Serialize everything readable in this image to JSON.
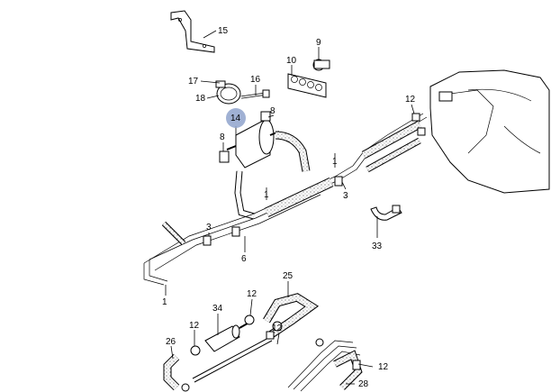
{
  "diagram": {
    "highlight_color": "#8fa3cc",
    "callouts": [
      {
        "id": "c15",
        "label": "15"
      },
      {
        "id": "c9",
        "label": "9"
      },
      {
        "id": "c10",
        "label": "10"
      },
      {
        "id": "c17",
        "label": "17"
      },
      {
        "id": "c16",
        "label": "16"
      },
      {
        "id": "c18",
        "label": "18"
      },
      {
        "id": "c14",
        "label": "14"
      },
      {
        "id": "c8a",
        "label": "8"
      },
      {
        "id": "c8b",
        "label": "8"
      },
      {
        "id": "c12a",
        "label": "12"
      },
      {
        "id": "c1a",
        "label": "1"
      },
      {
        "id": "c1b",
        "label": "1"
      },
      {
        "id": "c3a",
        "label": "3"
      },
      {
        "id": "c3b",
        "label": "3"
      },
      {
        "id": "c6",
        "label": "6"
      },
      {
        "id": "c1c",
        "label": "1"
      },
      {
        "id": "c33",
        "label": "33"
      },
      {
        "id": "c25",
        "label": "25"
      },
      {
        "id": "c12b",
        "label": "12"
      },
      {
        "id": "c34",
        "label": "34"
      },
      {
        "id": "c12c",
        "label": "12"
      },
      {
        "id": "c12d",
        "label": "12"
      },
      {
        "id": "c26",
        "label": "26"
      },
      {
        "id": "c12e",
        "label": "12"
      },
      {
        "id": "c28",
        "label": "28"
      }
    ]
  }
}
